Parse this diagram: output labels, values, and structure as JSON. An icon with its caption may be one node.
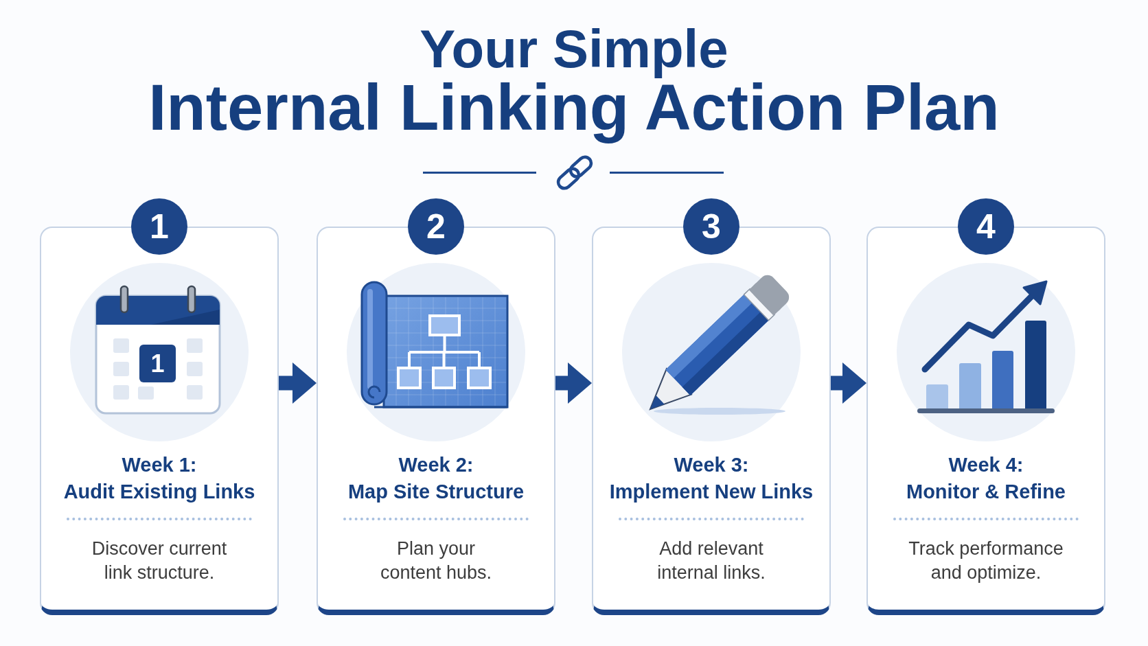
{
  "diagram": {
    "title": "Your Simple Internal Linking Action Plan",
    "nodes": [
      {
        "text": [
          "1"
        ]
      },
      {
        "text": [
          "Week 1:",
          "Audit Existing Links",
          "Discover current link structure."
        ]
      },
      {
        "text": [
          "2"
        ]
      },
      {
        "text": [
          "Week 2:",
          "Map Site Structure",
          "Plan your content hubs."
        ]
      },
      {
        "text": [
          "3"
        ]
      },
      {
        "text": [
          "Week 3:",
          "Implement New Links",
          "Add relevant internal links."
        ]
      },
      {
        "text": [
          "4"
        ]
      },
      {
        "text": [
          "Week 4:",
          "Monitor & Refine",
          "Track performance and optimize."
        ]
      }
    ],
    "edges": [
      {
        "from": 1,
        "to": 3,
        "arrow": "to"
      },
      {
        "from": 3,
        "to": 5,
        "arrow": "to"
      },
      {
        "from": 5,
        "to": 7,
        "arrow": "to"
      }
    ],
    "labels": [
      "1"
    ]
  }
}
